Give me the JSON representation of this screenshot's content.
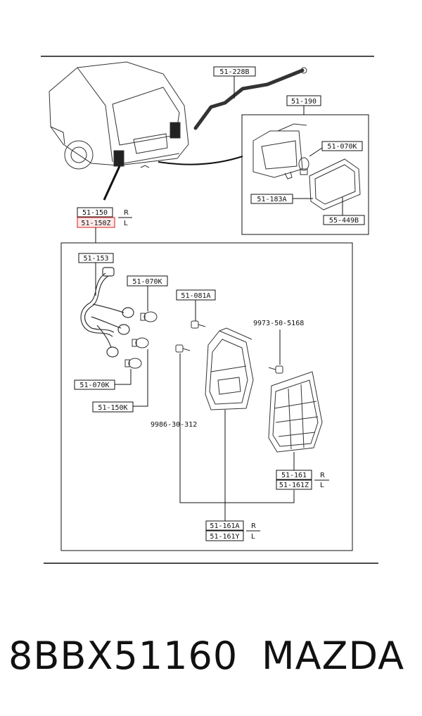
{
  "diagram": {
    "top_labels": {
      "bar": "51-228B",
      "side_unit": "51-190",
      "side_bulb": "51-070K",
      "side_lens": "51-183A",
      "side_gasket": "55-449B"
    },
    "assembly": {
      "right": "51-150",
      "left": "51-150Z",
      "right_mark": "R",
      "left_mark": "L"
    },
    "inner_labels": {
      "harness": "51-153",
      "bulb_top": "51-070K",
      "bulb_lower": "51-070K",
      "socket": "51-150K",
      "screw_top": "51-081A",
      "screw_right": "9973-50-5168",
      "screw_left": "9986-30-312"
    },
    "lens": {
      "right": "51-161",
      "left": "51-161Z",
      "right_mark": "R",
      "left_mark": "L"
    },
    "body": {
      "right": "51-161A",
      "left": "51-161Y",
      "right_mark": "R",
      "left_mark": "L"
    }
  },
  "footer": {
    "part_number": "8BBX51160",
    "brand": "MAZDA"
  }
}
